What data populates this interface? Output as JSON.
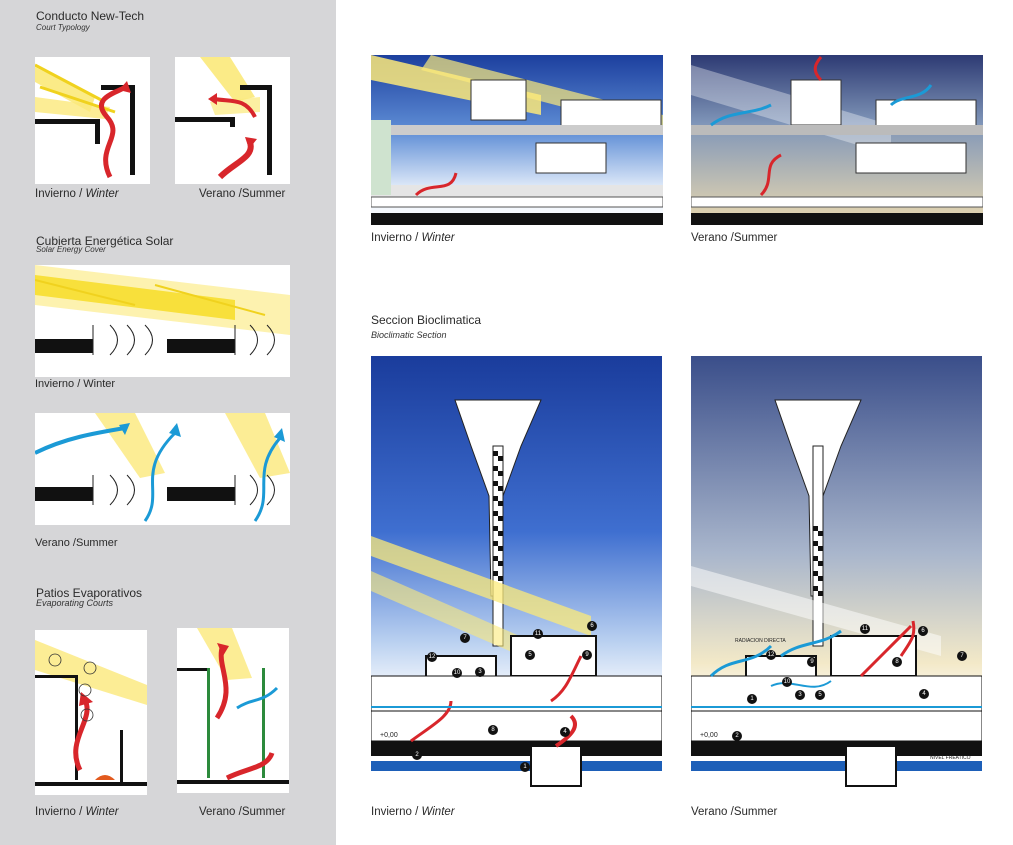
{
  "sections": {
    "conducto": {
      "title": "Conducto New-Tech",
      "subtitle": "Court Typology"
    },
    "cubierta": {
      "title": "Cubierta Energética Solar",
      "subtitle": "Solar Energy Cover"
    },
    "patios": {
      "title": "Patios Evaporativos",
      "subtitle": "Evaporating Courts"
    },
    "seccion": {
      "title": "Seccion Bioclimatica",
      "subtitle": "Bioclimatic Section"
    }
  },
  "captions": {
    "winter_es": "Invierno / ",
    "winter_en": "Winter",
    "summer": "Verano /Summer",
    "winter_small": "Invierno / Winter"
  },
  "section_labels": {
    "winter_left": [
      "1",
      "2",
      "3",
      "4",
      "5",
      "6",
      "7",
      "8",
      "9",
      "10",
      "11",
      "12"
    ],
    "summer_left": [
      "1",
      "2",
      "3",
      "4",
      "5",
      "6",
      "7",
      "8",
      "9",
      "10",
      "11",
      "12"
    ],
    "level_mark": "+0,00",
    "nivel_freatico": "NIVEL FREATICO",
    "radiacion": "RADIACION DIRECTA"
  },
  "colors": {
    "sidebar": "#d6d6d8",
    "sun": "#f7e23a",
    "warm_arrow": "#d8262b",
    "cool_arrow": "#1b9ad6",
    "sky_top": "#1c3f9e",
    "sky_bottom": "#ffffff",
    "water": "#1d5fb8"
  }
}
